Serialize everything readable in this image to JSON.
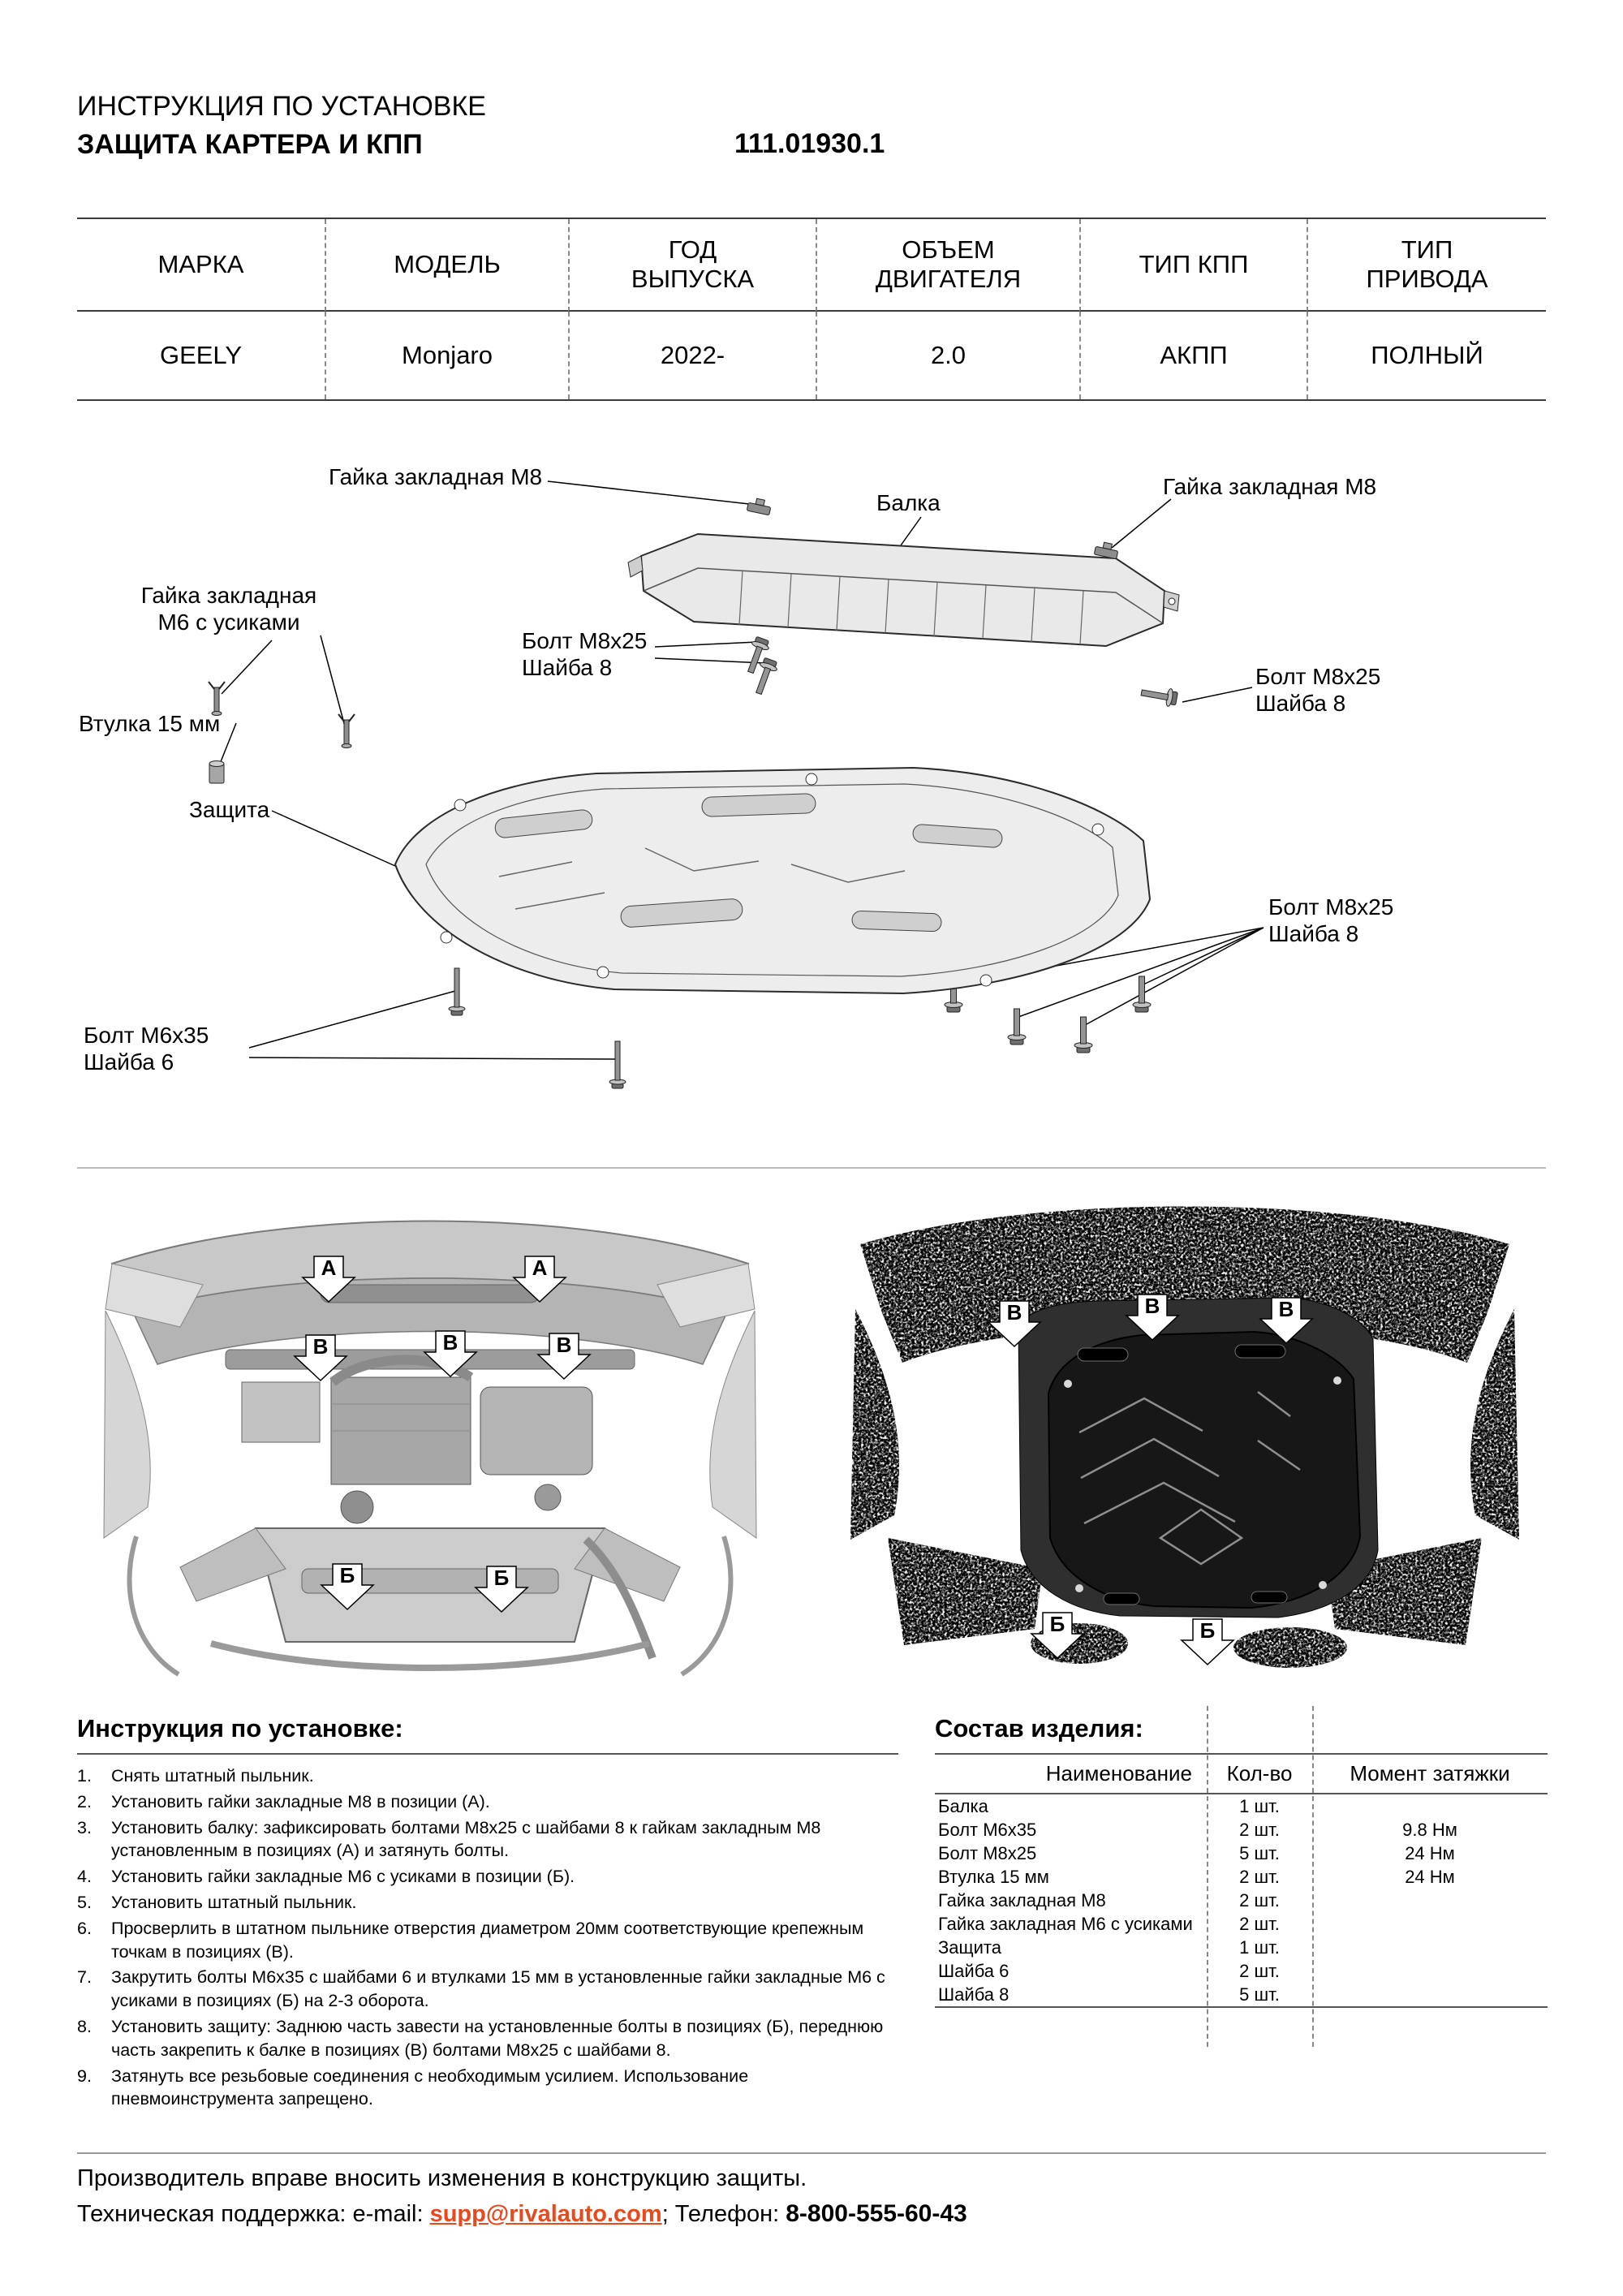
{
  "header": {
    "title_line1": "ИНСТРУКЦИЯ ПО УСТАНОВКЕ",
    "title_line2": "ЗАЩИТА КАРТЕРА И КПП",
    "part_number": "111.01930.1"
  },
  "colors": {
    "link_accent": "#e8491d"
  },
  "spec_table": {
    "headers": [
      "МАРКА",
      "МОДЕЛЬ",
      "ГОД\nВЫПУСКА",
      "ОБЪЕМ\nДВИГАТЕЛЯ",
      "ТИП КПП",
      "ТИП\nПРИВОДА"
    ],
    "row": [
      "GEELY",
      "Monjaro",
      "2022-",
      "2.0",
      "АКПП",
      "ПОЛНЫЙ"
    ]
  },
  "diagram": {
    "labels": {
      "nut_m8_left": "Гайка закладная М8",
      "beam": "Балка",
      "nut_m8_right": "Гайка закладная М8",
      "nut_m6": "Гайка закладная\nМ6 с усиками",
      "bolt_m8_washer_top": "Болт М8х25\nШайба 8",
      "bolt_m8_washer_right": "Болт М8х25\nШайба 8",
      "bushing_15": "Втулка 15 мм",
      "shield": "Защита",
      "bolt_m8_washer_bottom": "Болт М8х25\nШайба 8",
      "bolt_m6_washer": "Болт М6х35\nШайба 6"
    }
  },
  "photos": {
    "markers": {
      "a": "А",
      "b": "Б",
      "v": "В"
    }
  },
  "instructions": {
    "title": "Инструкция по установке:",
    "items": [
      {
        "num": "1.",
        "text": "Снять штатный пыльник."
      },
      {
        "num": "2.",
        "text": "Установить гайки закладные М8 в позиции (А)."
      },
      {
        "num": "3.",
        "text": "Установить балку: зафиксировать болтами М8х25 с шайбами 8 к гайкам закладным М8 установленным в позициях (А) и затянуть болты."
      },
      {
        "num": "4.",
        "text": "Установить гайки закладные М6 с усиками в позиции (Б)."
      },
      {
        "num": "5.",
        "text": "Установить штатный пыльник."
      },
      {
        "num": "6.",
        "text": "Просверлить в штатном пыльнике отверстия диаметром 20мм соответствующие крепежным точкам в позициях (В)."
      },
      {
        "num": "7.",
        "text": "Закрутить болты М6х35 с шайбами 6 и втулками 15 мм в установленные гайки закладные М6 с усиками в позициях (Б) на 2-3 оборота."
      },
      {
        "num": "8.",
        "text": "Установить защиту: Заднюю часть завести на установленные болты в позициях (Б), переднюю часть закрепить к балке в позициях (В) болтами М8х25 с шайбами 8."
      },
      {
        "num": "9.",
        "text": "Затянуть все резьбовые соединения с необходимым усилием. Использование пневмоинструмента запрещено."
      }
    ]
  },
  "parts": {
    "title": "Состав изделия:",
    "col_name": "Наименование",
    "col_qty": "Кол-во",
    "col_torque": "Момент затяжки",
    "rows": [
      {
        "name": "Балка",
        "qty": "1 шт.",
        "torque": ""
      },
      {
        "name": "Болт М6х35",
        "qty": "2 шт.",
        "torque": "9.8 Нм"
      },
      {
        "name": "Болт М8х25",
        "qty": "5 шт.",
        "torque": "24 Нм"
      },
      {
        "name": "Втулка 15 мм",
        "qty": "2 шт.",
        "torque": "24 Нм"
      },
      {
        "name": "Гайка закладная М8",
        "qty": "2 шт.",
        "torque": ""
      },
      {
        "name": "Гайка закладная М6 с усиками",
        "qty": "2 шт.",
        "torque": ""
      },
      {
        "name": "Защита",
        "qty": "1 шт.",
        "torque": ""
      },
      {
        "name": "Шайба 6",
        "qty": "2 шт.",
        "torque": ""
      },
      {
        "name": "Шайба 8",
        "qty": "5 шт.",
        "torque": ""
      }
    ]
  },
  "footer": {
    "line1": "Производитель вправе вносить изменения в конструкцию защиты.",
    "support_prefix": "Техническая поддержка:  e-mail: ",
    "email": "supp@rivalauto.com",
    "after_email": ";  Телефон: ",
    "phone": "8-800-555-60-43"
  }
}
